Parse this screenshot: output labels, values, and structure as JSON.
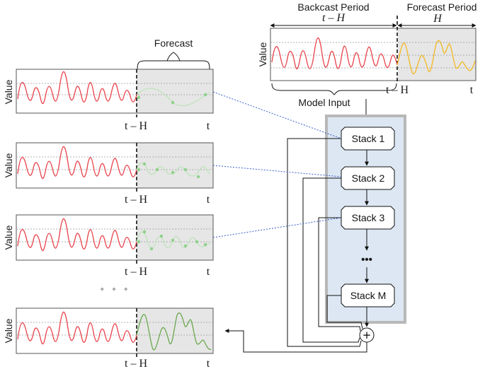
{
  "top_panel": {
    "backcast_label": "Backcast Period",
    "forecast_label": "Forecast Period",
    "backcast_span": "t – H",
    "forecast_span": "H",
    "value_label": "Value",
    "tick_start": "t – H",
    "tick_end": "t",
    "model_input_label": "Model Input"
  },
  "forecast_label": "Forecast",
  "panels": [
    {
      "value_label": "Value",
      "tick_start": "t – H",
      "tick_end": "t"
    },
    {
      "value_label": "Value",
      "tick_start": "t – H",
      "tick_end": "t"
    },
    {
      "value_label": "Value",
      "tick_start": "t – H",
      "tick_end": "t"
    },
    {
      "value_label": "Value",
      "tick_start": "t – H",
      "tick_end": "t"
    }
  ],
  "ellipsis_panels": "• • •",
  "stacks": [
    {
      "label": "Stack 1"
    },
    {
      "label": "Stack 2"
    },
    {
      "label": "Stack 3"
    },
    {
      "label": "Stack M"
    }
  ],
  "stack_ellipsis": "•••",
  "sum_symbol": "+",
  "colors": {
    "backcast_line": "#e8424a",
    "forecast_top": "#f2b820",
    "forecast_green": "#8fd18b",
    "forecast_final": "#6aa84f",
    "shade": "#e6e6e6",
    "stack_bg": "#dce7f3",
    "stack_border": "#b8b8b8",
    "link_dotted": "#3a5fcd"
  }
}
